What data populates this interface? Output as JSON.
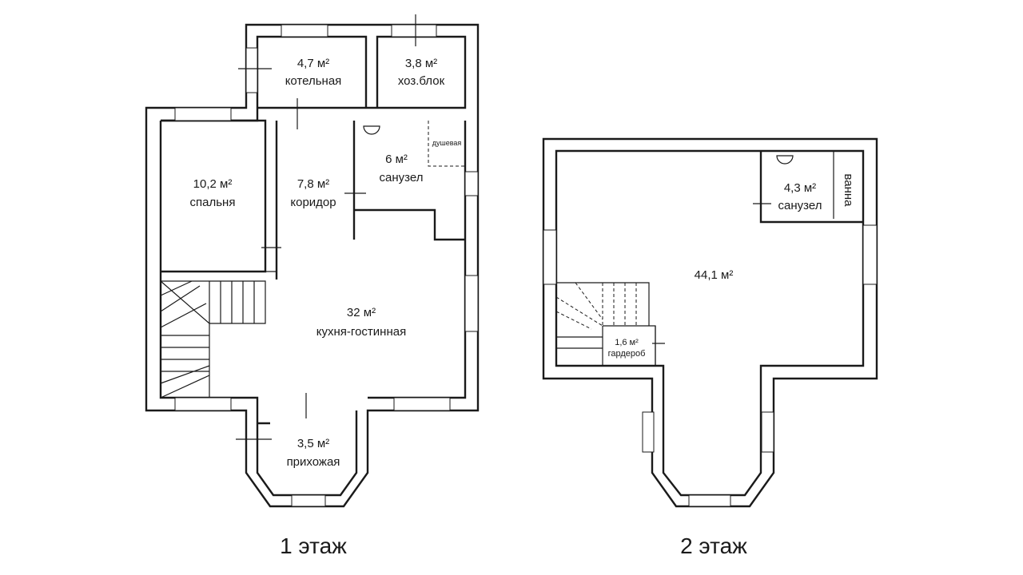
{
  "floors": [
    {
      "label": "1 этаж",
      "rooms": {
        "boiler": {
          "area": "4,7 м²",
          "name": "котельная"
        },
        "utility": {
          "area": "3,8 м²",
          "name": "хоз.блок"
        },
        "bedroom": {
          "area": "10,2 м²",
          "name": "спальня"
        },
        "corridor": {
          "area": "7,8 м²",
          "name": "коридор"
        },
        "bathroom": {
          "area": "6 м²",
          "name": "санузел",
          "shower": "душевая"
        },
        "kitchen": {
          "area": "32 м²",
          "name": "кухня-гостинная"
        },
        "hall": {
          "area": "3,5 м²",
          "name": "прихожая"
        }
      }
    },
    {
      "label": "2 этаж",
      "rooms": {
        "main": {
          "area": "44,1 м²"
        },
        "bathroom": {
          "area": "4,3 м²",
          "name": "санузел",
          "bath": "ванна"
        },
        "wardrobe": {
          "area": "1,6 м²",
          "name": "гардероб"
        }
      }
    }
  ],
  "colors": {
    "ink": "#1a1a1a",
    "background": "#ffffff"
  }
}
